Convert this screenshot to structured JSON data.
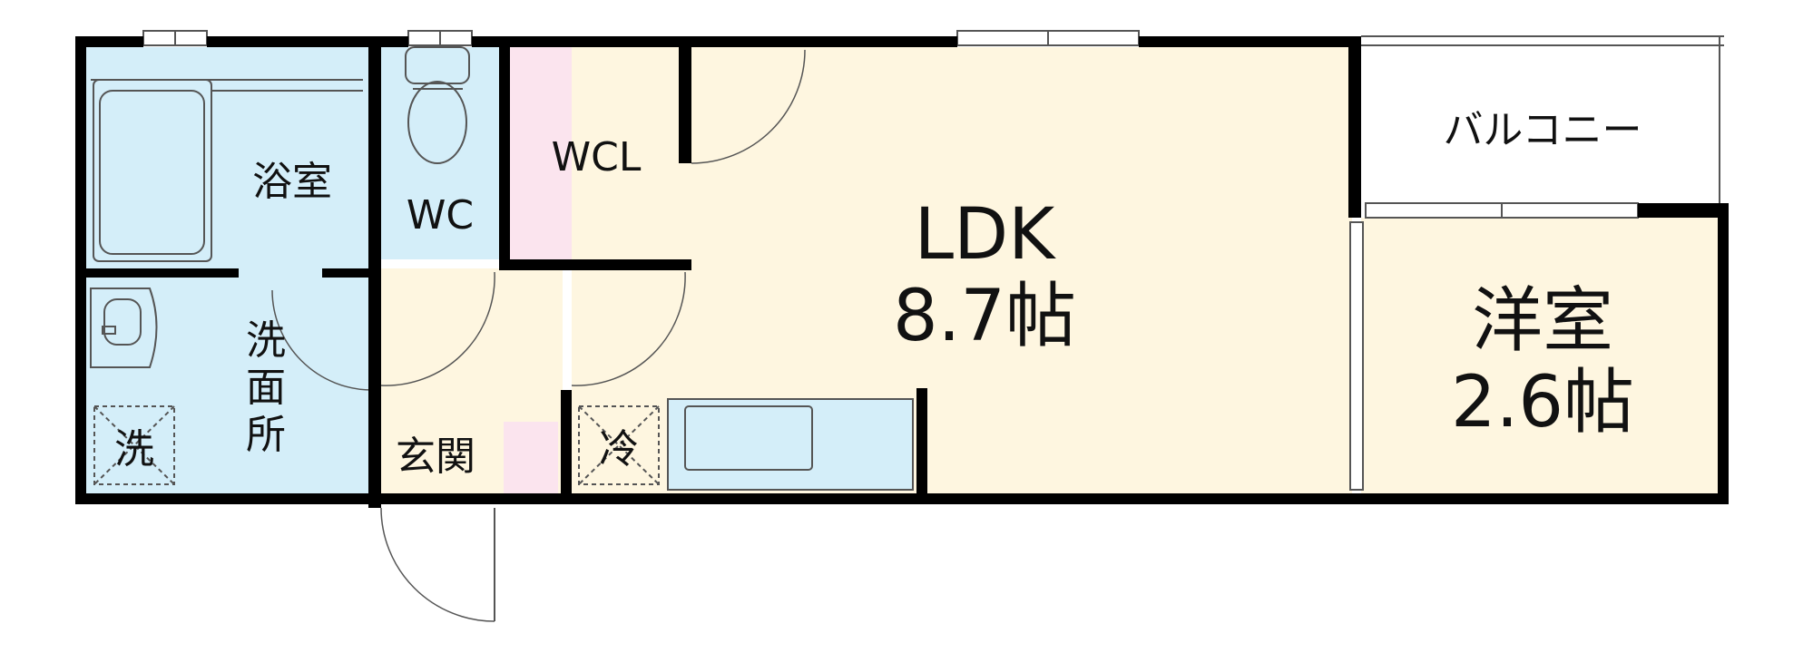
{
  "colors": {
    "wet_area": "#d4eef9",
    "ldk": "#fef6e0",
    "closet": "#fbe4ee",
    "balcony": "#ffffff",
    "wall": "#000000"
  },
  "rooms": {
    "bathroom": {
      "label": "浴室"
    },
    "toilet": {
      "label": "WC"
    },
    "closet": {
      "label": "WCL"
    },
    "ldk": {
      "label": "LDK",
      "size": "8.7帖"
    },
    "balcony": {
      "label": "バルコニー"
    },
    "bedroom": {
      "label": "洋室",
      "size": "2.6帖"
    },
    "washroom": {
      "label_chars": [
        "洗",
        "面",
        "所"
      ]
    },
    "entrance": {
      "label": "玄関"
    }
  },
  "fixtures": {
    "washer": {
      "label": "洗"
    },
    "fridge": {
      "label": "冷"
    }
  }
}
